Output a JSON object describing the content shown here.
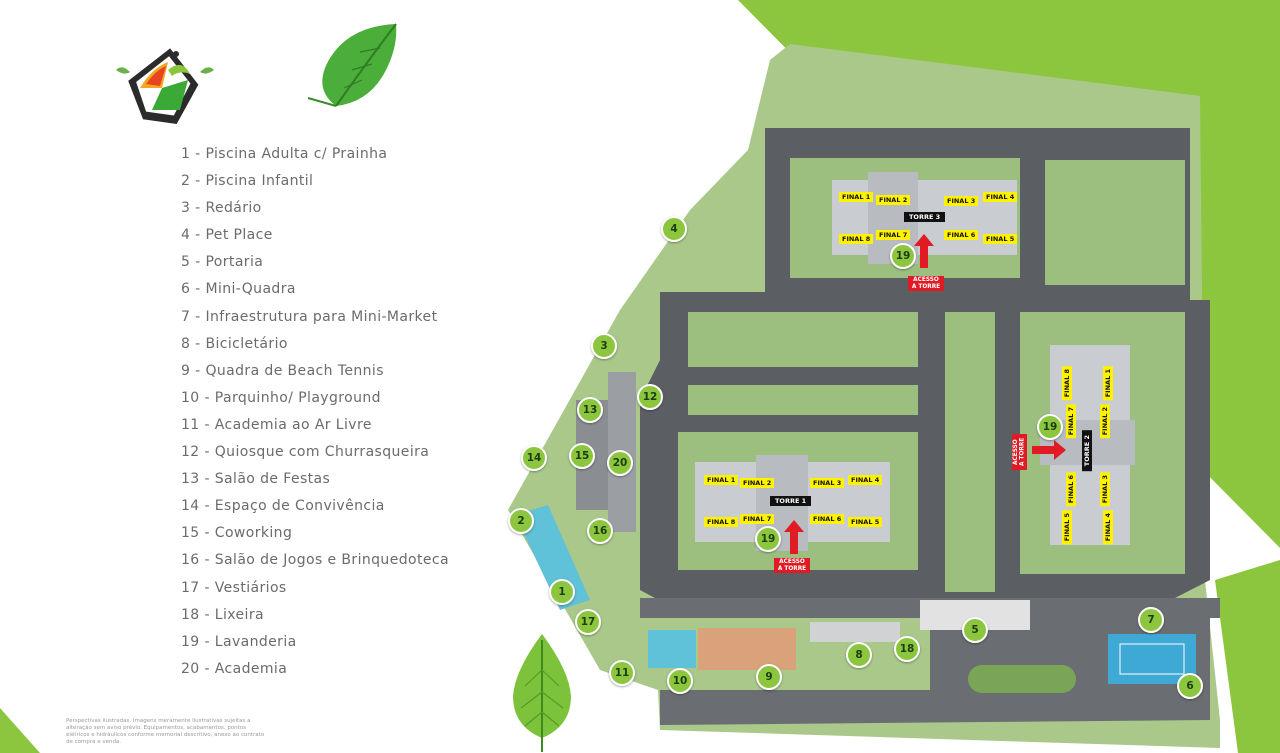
{
  "legend": {
    "items": [
      "1 - Piscina Adulta c/ Prainha",
      "2 - Piscina Infantil",
      "3 - Redário",
      "4 - Pet Place",
      "5 - Portaria",
      "6 - Mini-Quadra",
      "7 - Infraestrutura para Mini-Market",
      "8 - Bicicletário",
      "9 - Quadra de Beach Tennis",
      "10 - Parquinho/ Playground",
      "11 - Academia ao Ar Livre",
      "12 - Quiosque com Churrasqueira",
      "13 - Salão de Festas",
      "14 - Espaço de Convivência",
      "15 - Coworking",
      "16 - Salão de Jogos e Brinquedoteca",
      "17 - Vestiários",
      "18 - Lixeira",
      "19 - Lavanderia",
      "20 - Academia"
    ]
  },
  "disclaimer": "Perspectivas ilustradas. Imagens meramente ilustrativas sujeitas a alteração sem aviso prévio. Equipamentos, acabamentos, pontos elétricos e hidráulicos conforme memorial descritivo, anexo ao contrato de compra e venda.",
  "towers": {
    "torre1": "TORRE 1",
    "torre2": "TORRE 2",
    "torre3": "TORRE 3"
  },
  "finals": {
    "f1": "FINAL 1",
    "f2": "FINAL 2",
    "f3": "FINAL 3",
    "f4": "FINAL 4",
    "f5": "FINAL 5",
    "f6": "FINAL 6",
    "f7": "FINAL 7",
    "f8": "FINAL 8"
  },
  "access_label": "ACESSO A TORRE",
  "markers": {
    "m1": "1",
    "m2": "2",
    "m3": "3",
    "m4": "4",
    "m5": "5",
    "m6": "6",
    "m7": "7",
    "m8": "8",
    "m9": "9",
    "m10": "10",
    "m11": "11",
    "m12": "12",
    "m13": "13",
    "m14": "14",
    "m15": "15",
    "m16": "16",
    "m17": "17",
    "m18": "18",
    "m19": "19",
    "m20": "20"
  },
  "colors": {
    "brand_green": "#8cc63f",
    "asphalt": "#5b5e63",
    "final_yellow": "#fff200",
    "access_red": "#e01b23"
  },
  "icons": [
    "brand-logo-icon",
    "leaf-icon"
  ]
}
